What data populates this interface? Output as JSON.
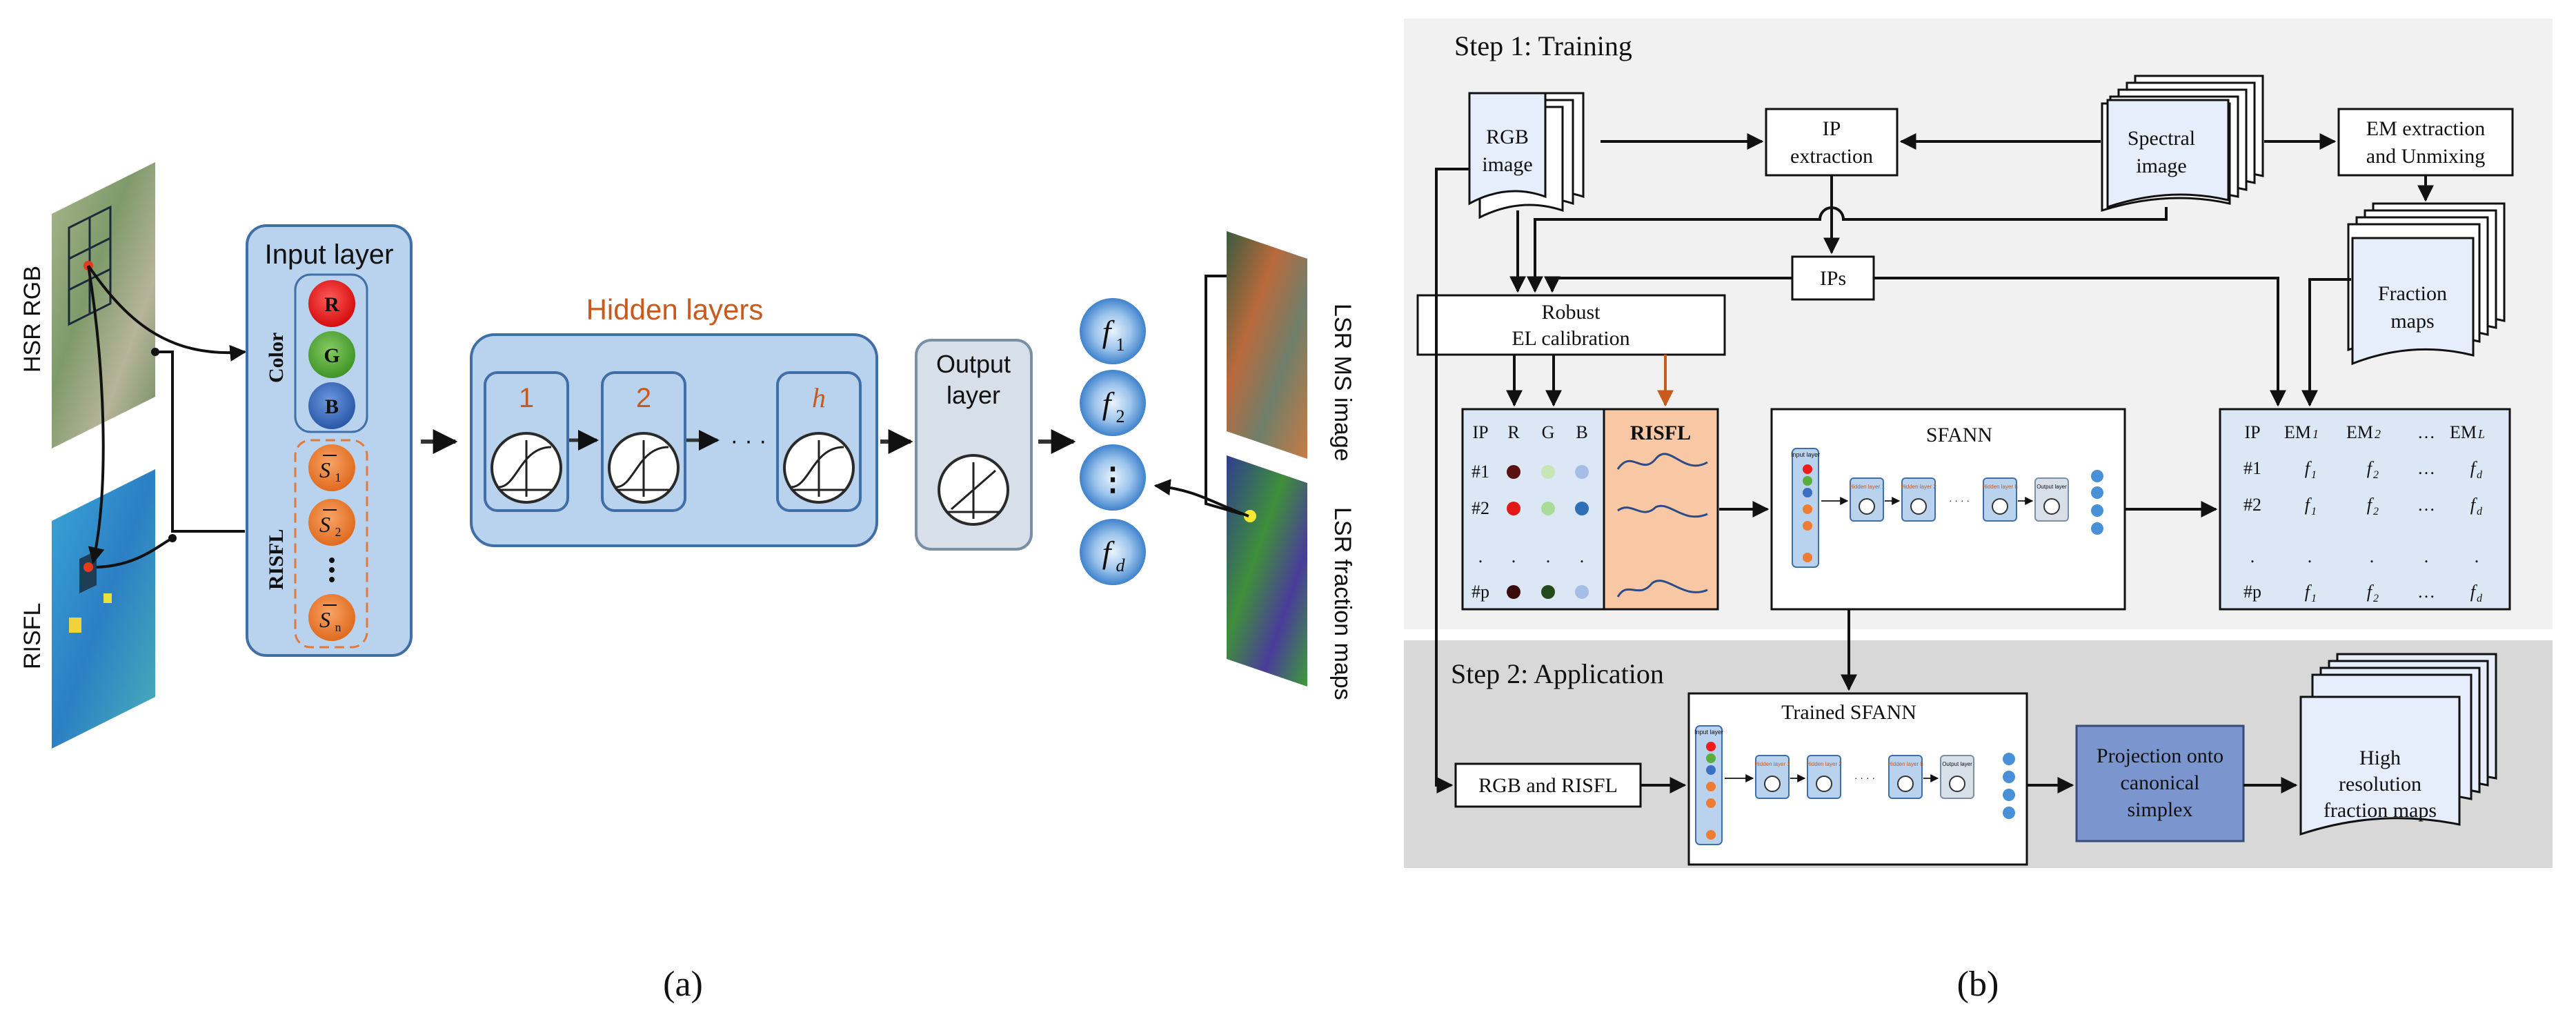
{
  "panel_a": {
    "caption": "(a)",
    "hsr_rgb_label": "HSR RGB",
    "risfl_image_label": "RISFL",
    "input_layer_title": "Input layer",
    "color_group_label": "Color",
    "risfl_group_label": "RISFL",
    "color_nodes": [
      "R",
      "G",
      "B"
    ],
    "risfl_nodes": [
      {
        "base": "S",
        "sub": "1"
      },
      {
        "base": "S",
        "sub": "2"
      },
      {
        "base": "S",
        "sub": "n"
      }
    ],
    "hidden_layers_title": "Hidden layers",
    "hidden_layer_labels": [
      "1",
      "2",
      "h"
    ],
    "hidden_ellipsis": "· · ·",
    "output_layer_title_line1": "Output",
    "output_layer_title_line2": "layer",
    "output_nodes": [
      {
        "base": "f",
        "sub": "1"
      },
      {
        "base": "f",
        "sub": "2"
      },
      {
        "base": "⋮",
        "sub": ""
      },
      {
        "base": "f",
        "sub": "d"
      }
    ],
    "lsr_ms_label": "LSR MS image",
    "lsr_fraction_label": "LSR fraction maps"
  },
  "panel_b": {
    "caption": "(b)",
    "step1_title": "Step 1: Training",
    "step2_title": "Step 2: Application",
    "rgb_image_line1": "RGB",
    "rgb_image_line2": "image",
    "ip_extraction_line1": "IP",
    "ip_extraction_line2": "extraction",
    "spectral_image_line1": "Spectral",
    "spectral_image_line2": "image",
    "em_extraction_line1": "EM extraction",
    "em_extraction_line2": "and Unmixing",
    "fraction_maps_line1": "Fraction",
    "fraction_maps_line2": "maps",
    "ips_label": "IPs",
    "robust_line1": "Robust",
    "robust_line2": "EL calibration",
    "ip_table": {
      "headers": [
        "IP",
        "R",
        "G",
        "B"
      ],
      "rows": [
        "#1",
        "#2",
        ".",
        "#p"
      ],
      "colors": {
        "r1": [
          "#5a1010",
          "#e01818",
          "#c6e6b4",
          "#a6bee6"
        ],
        "r2": [
          "#e01818",
          "#a8dc98",
          "#2e6fb8"
        ],
        "rp": [
          "#3a0a0a",
          "#244a1c",
          "#a6bee6"
        ]
      }
    },
    "risfl_box_title": "RISFL",
    "sfann_title": "SFANN",
    "fraction_table": {
      "headers": [
        "IP",
        "EM",
        "EM",
        "…",
        "EM"
      ],
      "header_subs": [
        "",
        "1",
        "2",
        "",
        "L"
      ],
      "rows": [
        [
          "#1",
          "f",
          "f",
          "…",
          "f"
        ],
        [
          "#2",
          "f",
          "f",
          "…",
          "f"
        ],
        [
          ".",
          ".",
          ".",
          ".",
          "."
        ],
        [
          "#p",
          "f",
          "f",
          "…",
          "f"
        ]
      ],
      "row_subs": [
        "1",
        "2",
        "d"
      ]
    },
    "trained_sfann_title": "Trained SFANN",
    "rgb_risfl_label": "RGB and RISFL",
    "projection_line1": "Projection onto",
    "projection_line2": "canonical",
    "projection_line3": "simplex",
    "high_res_line1": "High",
    "high_res_line2": "resolution",
    "high_res_line3": "fraction maps",
    "mini_net": {
      "input_label": "Input layer",
      "hidden_labels": [
        "Hidden layer 1",
        "Hidden layer 2",
        "Hidden layer h"
      ],
      "output_label": "Output layer"
    }
  },
  "colors": {
    "layer_blue": "#b9d3ee",
    "layer_blue_dark": "#3f6fa6",
    "node_red": "#ee1c1c",
    "node_green": "#5aae3c",
    "node_blue": "#3b6fc2",
    "node_orange": "#ee7c32",
    "output_node": "#4a90d9",
    "orange_text": "#c85a1e",
    "projection_box": "#7b95cf",
    "step1_bg": "#f1f1f1",
    "step2_bg": "#d8d8d8"
  }
}
